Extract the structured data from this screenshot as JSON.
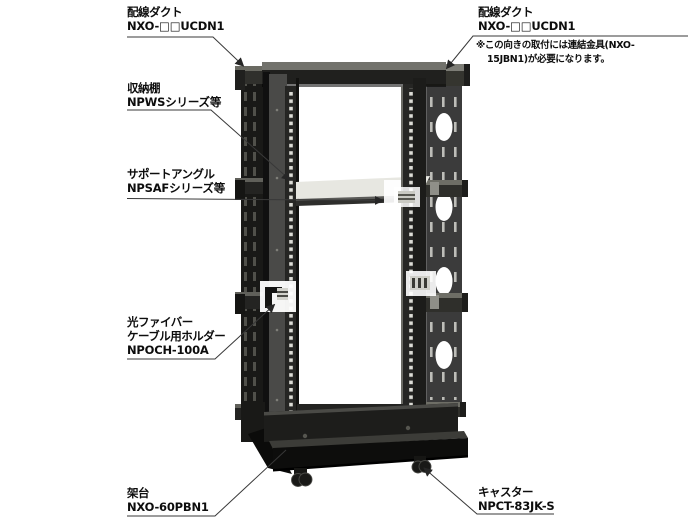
{
  "diagram": {
    "labels": {
      "duct_left": {
        "title": "配線ダクト",
        "model": "NXO-□□UCDN1"
      },
      "duct_right": {
        "title": "配線ダクト",
        "model": "NXO-□□UCDN1",
        "note1": "※この向きの取付には連結金具(NXO-",
        "note2": "15JBN1)が必要になります。"
      },
      "shelf": {
        "title": "収納棚",
        "model": "NPWSシリーズ等"
      },
      "support_angle": {
        "title": "サポートアングル",
        "model": "NPSAFシリーズ等"
      },
      "fiber_holder": {
        "title1": "光ファイバー",
        "title2": "ケーブル用ホルダー",
        "model": "NPOCH-100A"
      },
      "base": {
        "title": "架台",
        "model": "NXO-60PBN1"
      },
      "caster": {
        "title": "キャスター",
        "model": "NPCT-83JK-S"
      }
    },
    "colors": {
      "background": "#ffffff",
      "rack_dark": "#1b1b19",
      "rack_mid": "#3b3b3b",
      "rack_highlight": "#76766e",
      "shelf_top": "#e7e7e1",
      "metal_silver": "#d2d2cb",
      "text": "#0d0d0d",
      "leader_line": "#383838"
    }
  }
}
